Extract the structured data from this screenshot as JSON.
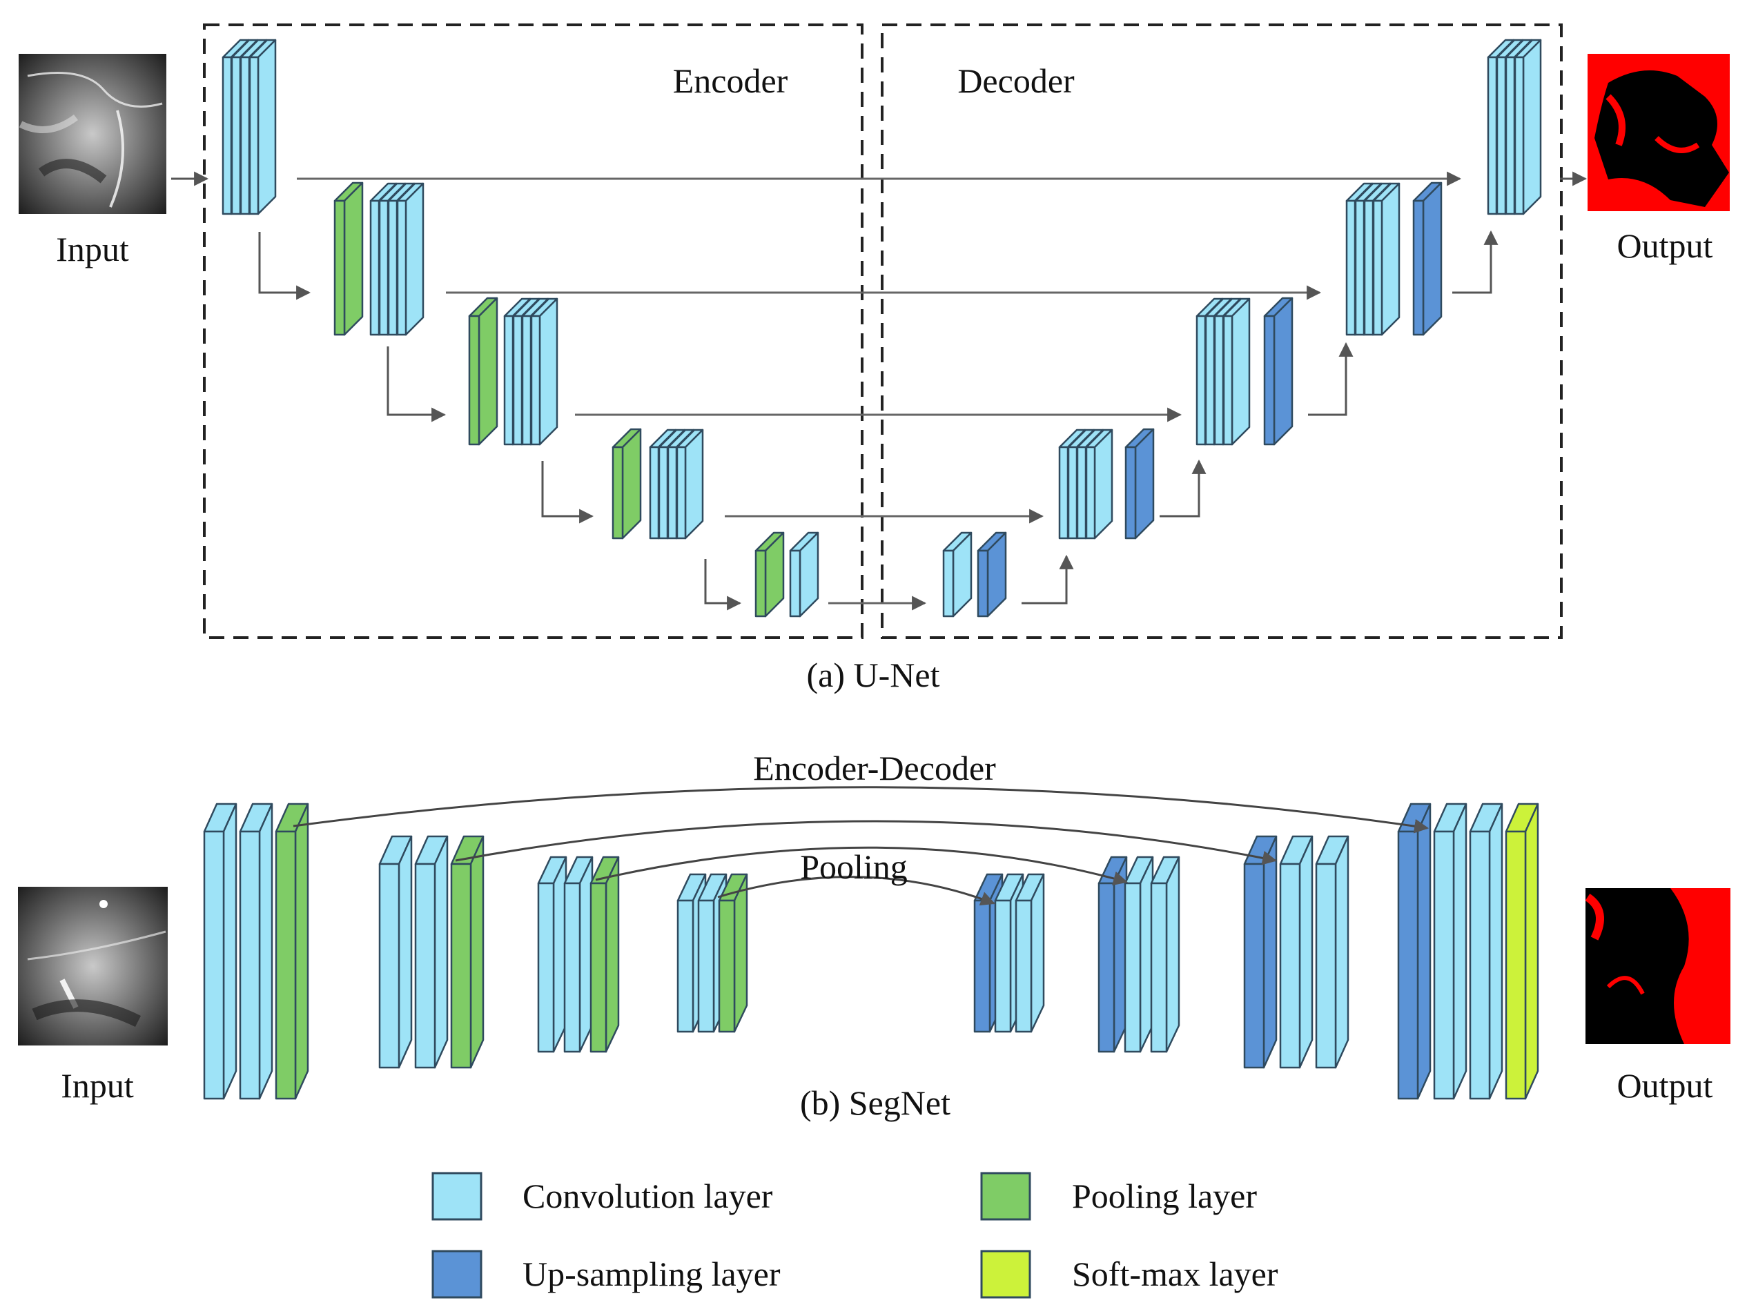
{
  "labels": {
    "unet_input": "Input",
    "unet_output": "Output",
    "encoder": "Encoder",
    "decoder": "Decoder",
    "unet_caption": "(a) U-Net",
    "segnet_input": "Input",
    "segnet_output": "Output",
    "encoder_decoder": "Encoder-Decoder",
    "pooling": "Pooling",
    "segnet_caption": "(b) SegNet"
  },
  "legend": [
    {
      "label": "Convolution layer",
      "color": "#9ee3f7"
    },
    {
      "label": "Pooling layer",
      "color": "#7fcc66"
    },
    {
      "label": "Up-sampling layer",
      "color": "#5b93d6"
    },
    {
      "label": "Soft-max layer",
      "color": "#ccf23a"
    }
  ],
  "colors": {
    "conv": "#9ee3f7",
    "pool": "#7fcc66",
    "up": "#5b93d6",
    "softmax": "#ccf23a",
    "stroke": "#2f4a5e",
    "arrow": "#555555",
    "mask_red": "#ff0000"
  }
}
